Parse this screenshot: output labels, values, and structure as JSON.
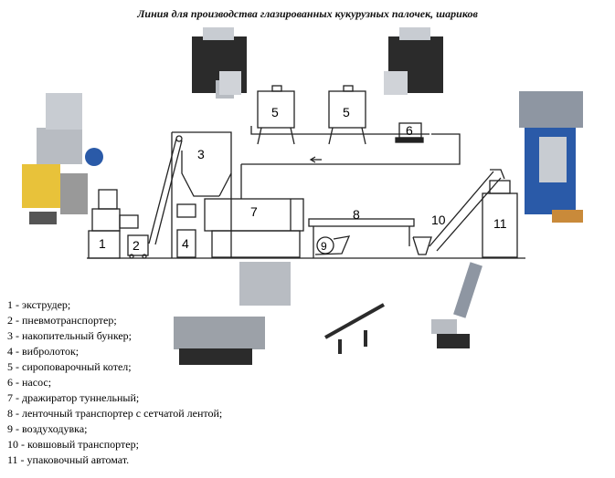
{
  "title": "Линия для производства глазированных кукурузных палочек, шариков",
  "machine_numbers": [
    "1",
    "2",
    "3",
    "4",
    "5",
    "5",
    "6",
    "7",
    "8",
    "9",
    "10",
    "11"
  ],
  "legend": [
    "1 - экструдер;",
    "2 - пневмотранспортер;",
    "3 - накопительный бункер;",
    "4 - вибролоток;",
    "5 - сироповарочный котел;",
    "6 - насос;",
    "7 - дражиратор туннельный;",
    "8 - ленточный транспортер с сетчатой лентой;",
    "9 - воздуходувка;",
    "10 - ковшовый транспортер;",
    "11 - упаковочный автомат."
  ],
  "colors": {
    "line": "#222222",
    "photo_dark": "#2b2b2b",
    "photo_metal": "#b8bcc2",
    "photo_blue": "#2a5aa8",
    "photo_yellow": "#e8c23a"
  }
}
